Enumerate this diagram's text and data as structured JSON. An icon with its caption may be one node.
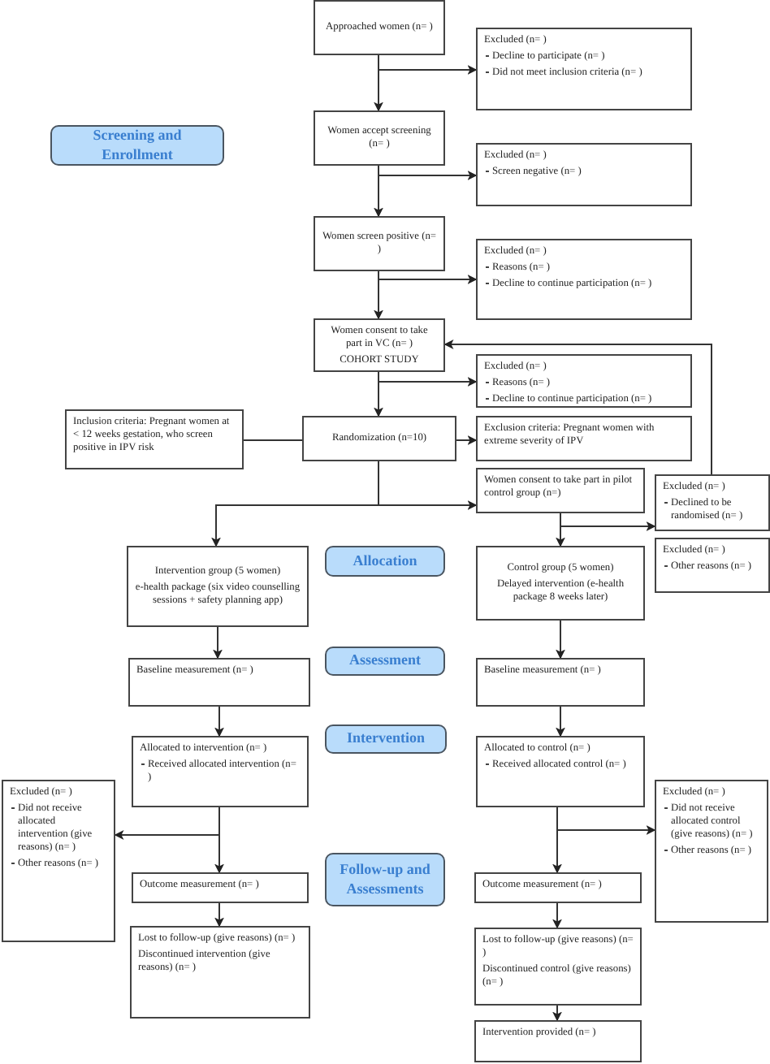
{
  "diagram": {
    "nodes": [
      {
        "text": [
          "Approached women (n= )"
        ]
      },
      {
        "text": [
          "Excluded (n= )",
          "Decline to participate (n= )",
          "Did not meet inclusion criteria (n= )"
        ]
      },
      {
        "text": [
          "Screening and Enrollment"
        ]
      },
      {
        "text": [
          "Women accept screening (n= )"
        ]
      },
      {
        "text": [
          "Excluded (n= )",
          "Screen negative (n= )"
        ]
      },
      {
        "text": [
          "Women screen positive (n= )"
        ]
      },
      {
        "text": [
          "Excluded (n= )",
          "Reasons (n= )",
          "Decline to continue participation (n= )"
        ]
      },
      {
        "text": [
          "Women consent to take part in VC (n= )",
          "COHORT STUDY"
        ]
      },
      {
        "text": [
          "Excluded (n= )",
          "Reasons (n= )",
          "Decline to continue participation (n= )"
        ]
      },
      {
        "text": [
          "Inclusion criteria: Pregnant women at < 12 weeks gestation, who screen positive in IPV risk"
        ]
      },
      {
        "text": [
          "Randomization (n=10)"
        ]
      },
      {
        "text": [
          "Exclusion criteria: Pregnant women with extreme severity of IPV"
        ]
      },
      {
        "text": [
          "Women consent to take part in pilot control group (n=)"
        ]
      },
      {
        "text": [
          "Excluded (n= )",
          "Declined to be randomised (n= )"
        ]
      },
      {
        "text": [
          "Intervention group (5 women)",
          "e-health package (six video counselling sessions + safety planning app)"
        ]
      },
      {
        "text": [
          "Allocation"
        ]
      },
      {
        "text": [
          "Control group (5 women)",
          "Delayed intervention (e-health package 8 weeks later)"
        ]
      },
      {
        "text": [
          "Excluded (n= )",
          "Other reasons (n= )"
        ]
      },
      {
        "text": [
          "Baseline measurement (n= )"
        ]
      },
      {
        "text": [
          "Assessment"
        ]
      },
      {
        "text": [
          "Baseline measurement (n= )"
        ]
      },
      {
        "text": [
          "Allocated to intervention (n= )",
          "Received allocated intervention (n= )"
        ]
      },
      {
        "text": [
          "Intervention"
        ]
      },
      {
        "text": [
          "Allocated to control (n= )",
          "Received allocated control (n= )"
        ]
      },
      {
        "text": [
          "Excluded (n= )",
          "Did not receive allocated intervention (give reasons) (n= )",
          "Other reasons (n= )"
        ]
      },
      {
        "text": [
          "Excluded (n= )",
          "Did not receive allocated control (give reasons) (n= )",
          "Other reasons (n= )"
        ]
      },
      {
        "text": [
          "Follow-up and Assessments"
        ]
      },
      {
        "text": [
          "Outcome measurement (n= )"
        ]
      },
      {
        "text": [
          "Outcome measurement (n= )"
        ]
      },
      {
        "text": [
          "Lost to follow-up (give reasons) (n= )",
          "Discontinued intervention (give reasons) (n= )"
        ]
      },
      {
        "text": [
          "Lost to follow-up (give reasons) (n= )",
          "Discontinued control (give reasons) (n= )"
        ]
      },
      {
        "text": [
          "Intervention provided (n= )"
        ]
      }
    ],
    "edges": [
      {
        "from": 0,
        "to": 3,
        "arrow": "to"
      },
      {
        "from": 0,
        "to": 1,
        "arrow": "to"
      },
      {
        "from": 3,
        "to": 5,
        "arrow": "to"
      },
      {
        "from": 3,
        "to": 4,
        "arrow": "to"
      },
      {
        "from": 5,
        "to": 7,
        "arrow": "to"
      },
      {
        "from": 5,
        "to": 6,
        "arrow": "to"
      },
      {
        "from": 7,
        "to": 10,
        "arrow": "to"
      },
      {
        "from": 7,
        "to": 8,
        "arrow": "to"
      },
      {
        "from": 9,
        "to": 10,
        "arrow": "none"
      },
      {
        "from": 10,
        "to": 11,
        "arrow": "to"
      },
      {
        "from": 10,
        "to": 14,
        "arrow": "to"
      },
      {
        "from": 10,
        "to": 12,
        "arrow": "to"
      },
      {
        "from": 12,
        "to": 16,
        "arrow": "to"
      },
      {
        "from": 12,
        "to": 13,
        "arrow": "to"
      },
      {
        "from": 13,
        "to": 7,
        "arrow": "to"
      },
      {
        "from": 14,
        "to": 18,
        "arrow": "to"
      },
      {
        "from": 16,
        "to": 20,
        "arrow": "to"
      },
      {
        "from": 18,
        "to": 21,
        "arrow": "to"
      },
      {
        "from": 20,
        "to": 23,
        "arrow": "to"
      },
      {
        "from": 21,
        "to": 27,
        "arrow": "to"
      },
      {
        "from": 21,
        "to": 24,
        "arrow": "to"
      },
      {
        "from": 23,
        "to": 28,
        "arrow": "to"
      },
      {
        "from": 23,
        "to": 25,
        "arrow": "to"
      },
      {
        "from": 27,
        "to": 29,
        "arrow": "to"
      },
      {
        "from": 28,
        "to": 30,
        "arrow": "to"
      },
      {
        "from": 30,
        "to": 31,
        "arrow": "to"
      }
    ]
  }
}
